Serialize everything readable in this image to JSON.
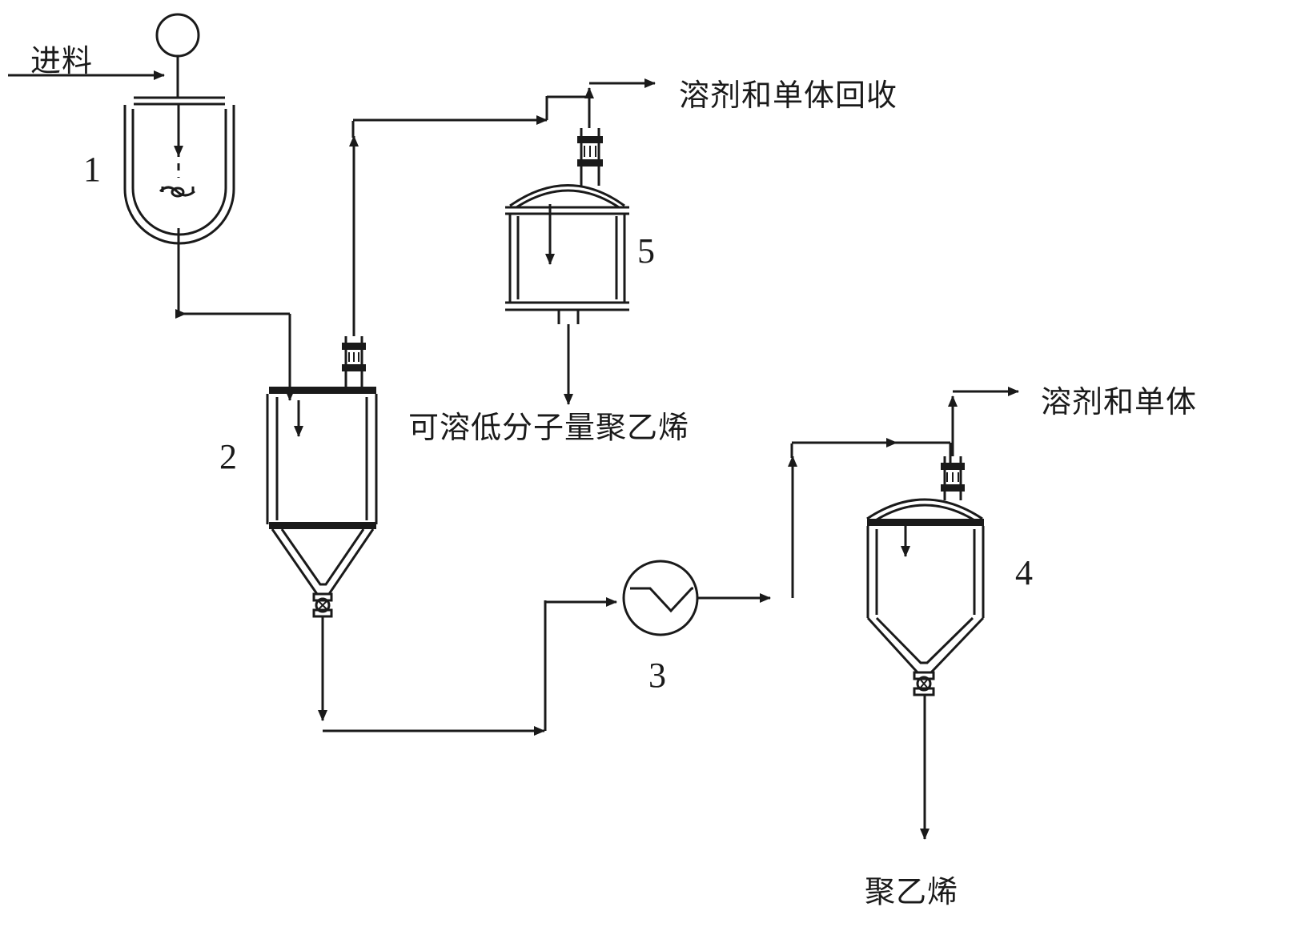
{
  "diagram": {
    "title": "polyethylene-process-flow-diagram",
    "line_color": "#1a1a1a",
    "background": "#ffffff",
    "labels": {
      "feed": "进料",
      "solvent_monomer_recovery": "溶剂和单体回收",
      "soluble_low_mw_pe": "可溶低分子量聚乙烯",
      "solvent_monomer": "溶剂和单体",
      "polyethylene": "聚乙烯"
    },
    "equipment_numbers": {
      "reactor": "1",
      "separator_2": "2",
      "heat_exchanger": "3",
      "separator_4": "4",
      "vessel_5": "5"
    }
  }
}
